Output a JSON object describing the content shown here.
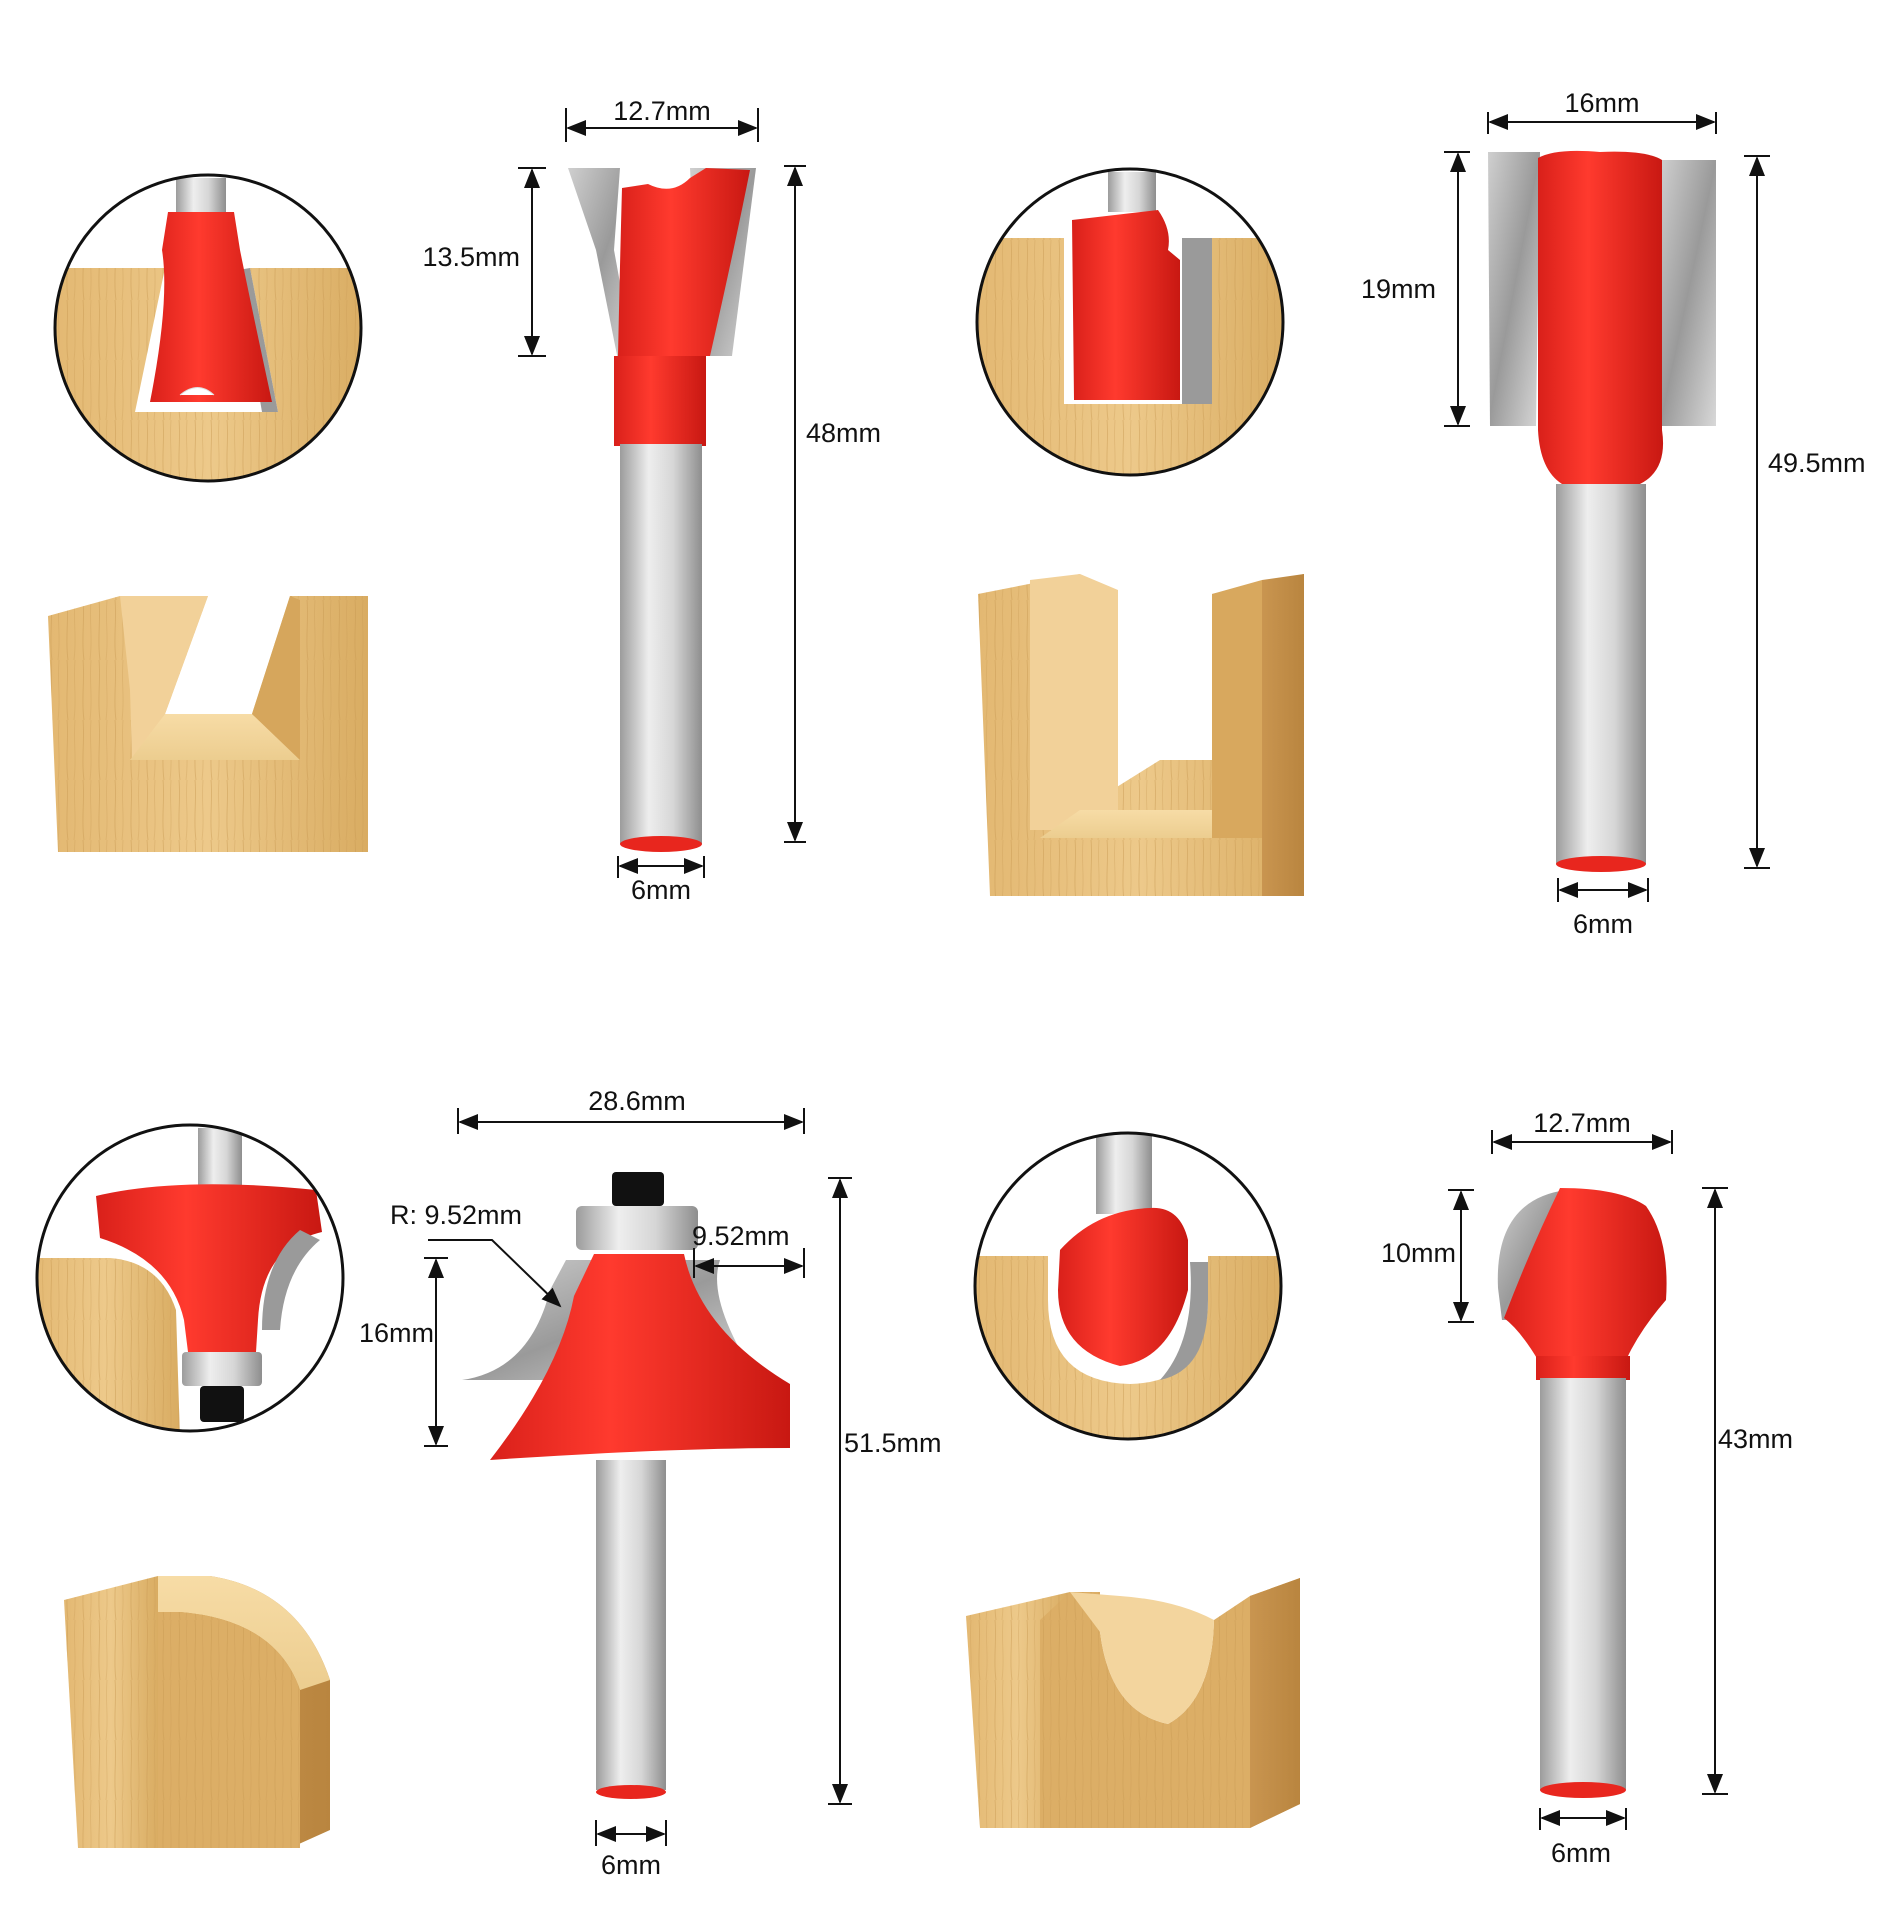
{
  "panels": [
    {
      "id": "dovetail",
      "labels": {
        "top_width": "12.7mm",
        "cut_height": "13.5mm",
        "total_length": "48mm",
        "shank": "6mm"
      }
    },
    {
      "id": "straight",
      "labels": {
        "top_width": "16mm",
        "cut_height": "19mm",
        "total_length": "49.5mm",
        "shank": "6mm"
      }
    },
    {
      "id": "roundover",
      "labels": {
        "top_width": "28.6mm",
        "radius": "R: 9.52mm",
        "bearing_offset": "9.52mm",
        "cut_height": "16mm",
        "total_length": "51.5mm",
        "shank": "6mm"
      }
    },
    {
      "id": "core-box",
      "labels": {
        "top_width": "12.7mm",
        "cut_height": "10mm",
        "total_length": "43mm",
        "shank": "6mm"
      }
    }
  ],
  "colors": {
    "red": "#f22a22",
    "red_dark": "#c81812",
    "steel_light": "#e2e2e2",
    "steel_mid": "#b4b4b4",
    "steel_dark": "#8a8a8a",
    "wood_light": "#f1cf8e",
    "wood_mid": "#dcb06a",
    "wood_dark": "#c08c48"
  }
}
